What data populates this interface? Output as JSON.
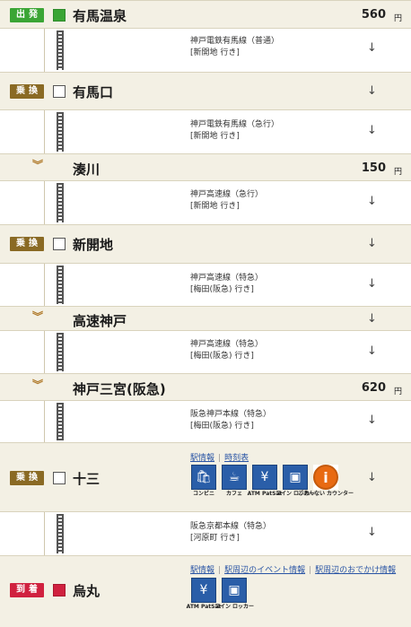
{
  "stations": [
    {
      "badge": "出発",
      "name": "有馬温泉",
      "fare": "560",
      "yen": "円"
    },
    {
      "badge": "乗換",
      "name": "有馬口",
      "arrow": "↓"
    },
    {
      "name": "湊川",
      "fare": "150",
      "yen": "円"
    },
    {
      "badge": "乗換",
      "name": "新開地",
      "arrow": "↓"
    },
    {
      "name": "高速神戸",
      "arrow": "↓"
    },
    {
      "name": "神戸三宮(阪急)",
      "fare": "620",
      "yen": "円"
    },
    {
      "badge": "乗換",
      "name": "十三",
      "arrow": "↓"
    },
    {
      "badge": "到着",
      "name": "烏丸"
    }
  ],
  "segments": [
    {
      "line": "神戸電鉄有馬線（普通）",
      "dest": "[新開地 行き]",
      "arrow": "↓"
    },
    {
      "line": "神戸電鉄有馬線（急行）",
      "dest": "[新開地 行き]",
      "arrow": "↓"
    },
    {
      "line": "神戸高速線（急行）",
      "dest": "[新開地 行き]",
      "arrow": "↓"
    },
    {
      "line": "神戸高速線（特急）",
      "dest": "[梅田(阪急) 行き]",
      "arrow": "↓"
    },
    {
      "line": "神戸高速線（特急）",
      "dest": "[梅田(阪急) 行き]",
      "arrow": "↓"
    },
    {
      "line": "阪急神戸本線（特急）",
      "dest": "[梅田(阪急) 行き]",
      "arrow": "↓"
    },
    {
      "line": "阪急京都本線（特急）",
      "dest": "[河原町 行き]",
      "arrow": "↓"
    }
  ],
  "juso": {
    "links": [
      "駅情報",
      "時刻表"
    ],
    "sep": "|",
    "icons": [
      {
        "name": "convenience-store-icon",
        "label": "コンビニ",
        "glyph": "🛍"
      },
      {
        "name": "cafe-icon",
        "label": "カフェ",
        "glyph": "☕"
      },
      {
        "name": "atm-icon",
        "label": "ATM PatSat",
        "glyph": "¥"
      },
      {
        "name": "coin-locker-icon",
        "label": "コイン ロッカー",
        "glyph": "▣"
      },
      {
        "name": "info-counter-icon",
        "label": "ごあんない カウンター",
        "glyph": "i"
      }
    ]
  },
  "karasuma": {
    "links": [
      "駅情報",
      "駅周辺のイベント情報",
      "駅周辺のおでかけ情報"
    ],
    "sep": "|",
    "icons": [
      {
        "name": "atm-icon",
        "label": "ATM PatSat",
        "glyph": "¥"
      },
      {
        "name": "coin-locker-icon",
        "label": "コイン ロッカー",
        "glyph": "▣"
      }
    ]
  },
  "colors": {
    "departure": "#3aa535",
    "transfer": "#8a6a24",
    "arrival": "#d0213f",
    "link": "#2a55a5"
  }
}
